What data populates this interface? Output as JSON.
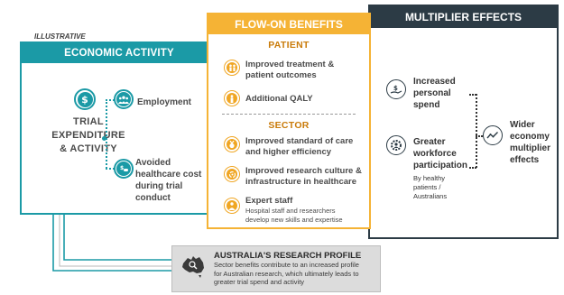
{
  "tag": "ILLUSTRATIVE",
  "economic": {
    "header": "ECONOMIC ACTIVITY",
    "main_lines": [
      "TRIAL",
      "EXPENDITURE",
      "& ACTIVITY"
    ],
    "employment": "Employment",
    "avoided_lines": [
      "Avoided",
      "healthcare cost",
      "during trial",
      "conduct"
    ],
    "icons": [
      "dollar-icon",
      "people-icon",
      "pill-icon"
    ]
  },
  "flow_on": {
    "header": "FLOW-ON BENEFITS",
    "patient_title": "PATIENT",
    "patient_items": [
      {
        "lines": [
          "Improved treatment &",
          "patient outcomes"
        ],
        "icon": "family-icon"
      },
      {
        "lines": [
          "Additional QALY"
        ],
        "icon": "person-icon"
      }
    ],
    "sector_title": "SECTOR",
    "sector_items": [
      {
        "lines": [
          "Improved standard of care",
          "and higher efficiency"
        ],
        "icon": "medal-icon"
      },
      {
        "lines": [
          "Improved research culture &",
          "infrastructure in healthcare"
        ],
        "icon": "cycle-icon"
      },
      {
        "lines": [
          "Expert staff"
        ],
        "sub_lines": [
          "Hospital staff and researchers",
          "develop new skills and expertise"
        ],
        "icon": "staff-icon"
      }
    ]
  },
  "multiplier": {
    "header": "MULTIPLIER EFFECTS",
    "spend_lines": [
      "Increased",
      "personal",
      "spend"
    ],
    "workforce_lines": [
      "Greater",
      "workforce",
      "participation"
    ],
    "workforce_sub": [
      "By healthy",
      "patients /",
      "Australians"
    ],
    "wider_lines": [
      "Wider",
      "economy",
      "multiplier",
      "effects"
    ]
  },
  "research": {
    "title": "AUSTRALIA'S RESEARCH PROFILE",
    "body_lines": [
      "Sector benefits contribute to an increased profile",
      "for Australian research, which ultimately leads to",
      "greater trial spend and activity"
    ]
  },
  "colors": {
    "teal": "#1b9aa6",
    "orange": "#f5b335",
    "dark": "#2c3b45",
    "grey_box": "#dcdcdc"
  }
}
